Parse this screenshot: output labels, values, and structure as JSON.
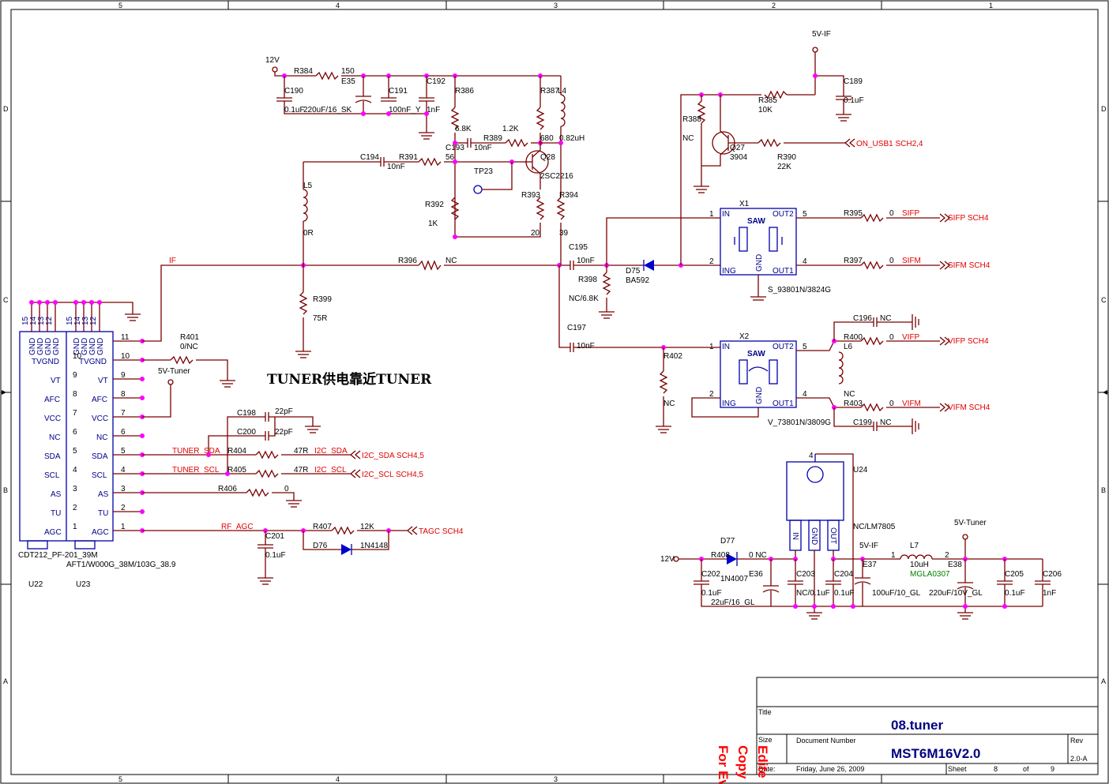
{
  "border": {
    "cols": [
      "5",
      "4",
      "3",
      "2",
      "1"
    ],
    "rows": [
      "D",
      "C",
      "B",
      "A"
    ]
  },
  "title_block": {
    "title_label": "Title",
    "title": "08.tuner",
    "size_label": "Size",
    "docnum_label": "Document Number",
    "docnum": "MST6M16V2.0",
    "rev_label": "Rev",
    "rev": "2.0-A",
    "date_label": "Date:",
    "date": "Friday, June 26, 2009",
    "sheet_label": "Sheet",
    "sheet": "8",
    "of_label": "of",
    "total": "9"
  },
  "watermark": [
    "Edite",
    "Copy",
    "For Ev"
  ],
  "note": "TUNER供电靠近TUNER",
  "rails": {
    "v12": "12V",
    "v5if": "5V-IF",
    "v5tuner": "5V-Tuner"
  },
  "tuner": {
    "u22": "U22",
    "u23": "U23",
    "part1": "CDT212_PF-201_39M",
    "part2": "AFT1/W000G_38M/103G_38.9",
    "gnd_pins": [
      "15",
      "14",
      "13",
      "12"
    ],
    "gnd_label": "GND",
    "tvgnd": "TVGND",
    "pins": [
      {
        "num": "11",
        "name": ""
      },
      {
        "num": "10",
        "name": "TVGND"
      },
      {
        "num": "9",
        "name": "VT"
      },
      {
        "num": "8",
        "name": "AFC"
      },
      {
        "num": "7",
        "name": "VCC"
      },
      {
        "num": "6",
        "name": "NC"
      },
      {
        "num": "5",
        "name": "SDA"
      },
      {
        "num": "4",
        "name": "SCL"
      },
      {
        "num": "3",
        "name": "AS"
      },
      {
        "num": "2",
        "name": "TU"
      },
      {
        "num": "1",
        "name": "AGC"
      }
    ]
  },
  "components": {
    "r384": "R384",
    "r384v": "150",
    "e35": "E35",
    "e35v": "220uF/16_SK",
    "c190": "C190",
    "c190v": "0.1uF",
    "c191": "C191",
    "c191v": "100nF_Y",
    "c192": "C192",
    "c192v": "1nF",
    "r386": "R386",
    "r386v": "6.8K",
    "r387": "R387",
    "r387v": "680",
    "l4": "L4",
    "l4v": "0.82uH",
    "c193": "C193",
    "c193v": "10nF",
    "r389": "R389",
    "r389v": "1.2K",
    "c194": "C194",
    "c194v": "10nF",
    "r391": "R391",
    "r391v": "56",
    "q28": "Q28",
    "q28v": "2SC2216",
    "tp23": "TP23",
    "r392": "R392",
    "r392v": "1K",
    "r393": "R393",
    "r393v": "20",
    "r394": "R394",
    "r394v": "39",
    "l5": "L5",
    "l5v": "0R",
    "r396": "R396",
    "r396v": "NC",
    "r399": "R399",
    "r399v": "75R",
    "c195": "C195",
    "c195v": "10nF",
    "r398": "R398",
    "r398v": "NC/6.8K",
    "d75": "D75",
    "d75v": "BA592",
    "c197": "C197",
    "c197v": "10nF",
    "r402": "R402",
    "r402v": "NC",
    "r388": "R388",
    "r388v": "NC",
    "q27": "Q27",
    "q27v": "3904",
    "r385": "R385",
    "r385v": "10K",
    "r390": "R390",
    "r390v": "22K",
    "c189": "C189",
    "c189v": "0.1uF",
    "x1": "X1",
    "x1v": "S_93801N/3824G",
    "x2": "X2",
    "x2v": "V_73801N/3809G",
    "saw": "SAW",
    "in": "IN",
    "ing": "ING",
    "gnd": "GND",
    "out1": "OUT1",
    "out2": "OUT2",
    "r395": "R395",
    "r395v": "0",
    "r397": "R397",
    "r397v": "0",
    "r400": "R400",
    "r400v": "0",
    "r403": "R403",
    "r403v": "0",
    "l6": "L6",
    "l6v": "NC",
    "c196": "C196",
    "c196v": "NC",
    "c199": "C199",
    "c199v": "NC",
    "r401": "R401",
    "r401v": "0/NC",
    "c198": "C198",
    "c198v": "22pF",
    "c200": "C200",
    "c200v": "22pF",
    "r404": "R404",
    "r404v": "47R",
    "r405": "R405",
    "r405v": "47R",
    "r406": "R406",
    "r406v": "0",
    "r407": "R407",
    "r407v": "12K",
    "c201": "C201",
    "c201v": "0.1uF",
    "d76": "D76",
    "d76v": "1N4148",
    "u24": "U24",
    "u24v": "NC/LM7805",
    "u24in": "IN",
    "u24gnd": "GND",
    "u24out": "OUT",
    "d77": "D77",
    "d77v": "1N4007",
    "r408": "R408",
    "r408v": "0 NC",
    "c202": "C202",
    "c202v": "0.1uF",
    "e36": "E36",
    "e36v": "22uF/16_GL",
    "c203": "C203",
    "c203v": "NC/0.1uF",
    "c204": "C204",
    "c204v": "0.1uF",
    "e37": "E37",
    "e37v": "100uF/10_GL",
    "l7": "L7",
    "l7v": "10uH",
    "l7p": "MGLA0307",
    "e38": "E38",
    "e38v": "220uF/10V_GL",
    "c205": "C205",
    "c205v": "0.1uF",
    "c206": "C206",
    "c206v": "1nF"
  },
  "nets": {
    "if": "IF",
    "tuner_sda": "TUNER_SDA",
    "tuner_scl": "TUNER_SCL",
    "rf_agc": "RF_AGC",
    "i2c_sda": "I2C_SDA",
    "i2c_scl": "I2C_SCL",
    "i2c_sda_port": "I2C_SDA  SCH4,5",
    "i2c_scl_port": "I2C_SCL  SCH4,5",
    "tagc_port": "TAGC  SCH4",
    "on_usb1_port": "ON_USB1  SCH2,4",
    "sifp": "SIFP",
    "sifm": "SIFM",
    "vifp": "VIFP",
    "vifm": "VIFM",
    "sifp_port": "SIFP  SCH4",
    "sifm_port": "SIFM  SCH4",
    "vifp_port": "VIFP  SCH4",
    "vifm_port": "VIFM  SCH4"
  },
  "colors": {
    "wire": "#7a0000",
    "junction": "#ff00ff",
    "netlabel": "#e00000",
    "pinlabel": "#00008b",
    "watermark": "#ff0000"
  }
}
